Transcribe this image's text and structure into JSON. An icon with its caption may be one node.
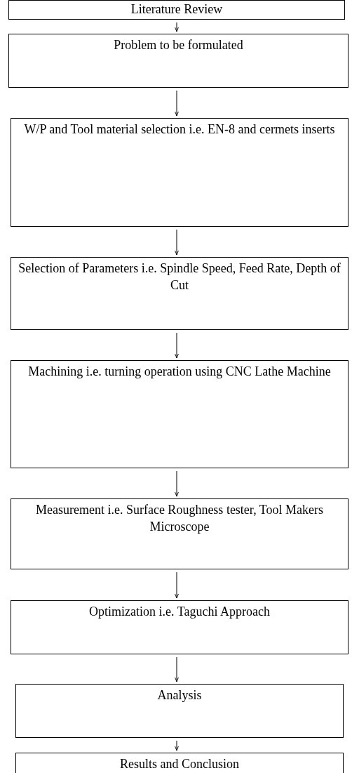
{
  "diagram": {
    "nodes": [
      {
        "text": [
          "Literature Review"
        ]
      },
      {
        "text": [
          "Problem to be formulated"
        ]
      },
      {
        "text": [
          "W/P and Tool material selection i.e. EN-8 and cermets inserts"
        ]
      },
      {
        "text": [
          "Selection of Parameters i.e. Spindle Speed, Feed Rate, Depth of Cut"
        ]
      },
      {
        "text": [
          "Machining i.e. turning operation using CNC Lathe Machine"
        ]
      },
      {
        "text": [
          "Measurement i.e. Surface Roughness tester, Tool Makers Microscope"
        ]
      },
      {
        "text": [
          "Optimization i.e. Taguchi Approach"
        ]
      },
      {
        "text": [
          "Analysis"
        ]
      },
      {
        "text": [
          "Results and Conclusion"
        ]
      }
    ],
    "edges": [
      {
        "from": 0,
        "to": 1,
        "arrow": "to"
      },
      {
        "from": 1,
        "to": 2,
        "arrow": "to"
      },
      {
        "from": 2,
        "to": 3,
        "arrow": "to"
      },
      {
        "from": 3,
        "to": 4,
        "arrow": "to"
      },
      {
        "from": 4,
        "to": 5,
        "arrow": "to"
      },
      {
        "from": 5,
        "to": 6,
        "arrow": "to"
      },
      {
        "from": 6,
        "to": 7,
        "arrow": "to"
      },
      {
        "from": 7,
        "to": 8,
        "arrow": "to"
      }
    ]
  }
}
